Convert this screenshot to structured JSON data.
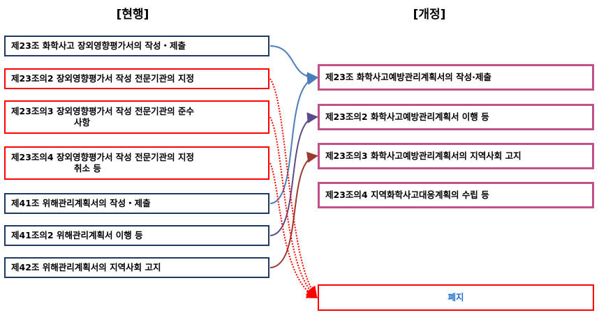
{
  "headings": {
    "current": "[현행]",
    "revised": "[개정]"
  },
  "current": [
    {
      "label": "제23조 화학사고 장외영향평가서의 작성・제출"
    },
    {
      "label": "제23조의2 장외영향평가서 작성 전문기관의 지정"
    },
    {
      "line1": "제23조의3 장외영향평가서 작성 전문기관의 준수",
      "line2": "사항"
    },
    {
      "line1": "제23조의4 장외영향평가서 작성 전문기관의 지정",
      "line2": "취소 등"
    },
    {
      "label": "제41조 위해관리계획서의 작성・제출"
    },
    {
      "label": "제41조의2 위해관리계획서 이행 등"
    },
    {
      "label": "제42조 위해관리계획서의 지역사회 고지"
    }
  ],
  "revised": [
    {
      "label": "제23조 화학사고예방관리계획서의 작성·제출"
    },
    {
      "label": "제23조의2 화학사고예방관리계획서 이행 등"
    },
    {
      "label": "제23조의3 화학사고예방관리계획서의 지역사회 고지"
    },
    {
      "label": "제23조의4 지역화학사고대응계획의 수립 등"
    }
  ],
  "abolished": {
    "label": "폐지"
  },
  "colors": {
    "current_border": "#1F3864",
    "removed_border": "#FF0000",
    "revised_border": "#C0508A",
    "arrow_blue": "#4A7EBB",
    "arrow_purple": "#5B4A8A",
    "arrow_brown": "#9B3A2E",
    "arrow_red": "#FF0000",
    "abolished_text": "#1F6FD0"
  }
}
